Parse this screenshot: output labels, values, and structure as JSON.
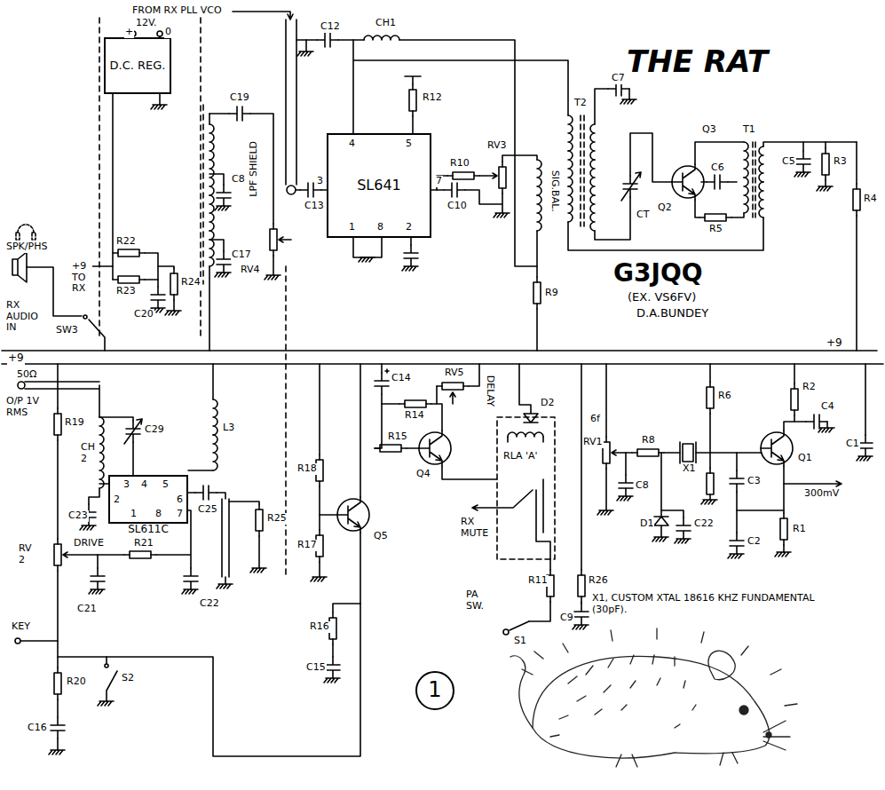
{
  "diagram": {
    "title": "THE RAT",
    "nodes": [
      {
        "text": [
          "D.C. REG."
        ]
      },
      {
        "text": [
          "SL641"
        ]
      },
      {
        "text": [
          "SL611C"
        ]
      },
      {
        "text": [
          "1"
        ]
      }
    ],
    "labels": [
      "FROM RX PLL VCO",
      "C12",
      "CH1",
      "12V.",
      "+",
      "0",
      "C19",
      "R12",
      "4",
      "5",
      "3",
      "7",
      "1",
      "8",
      "2",
      "R10",
      "RV3",
      "C10",
      "SIG.BAL.",
      "C7",
      "T2",
      "Q3",
      "T1",
      "C5",
      "R3",
      "R4",
      "C6",
      "Q2",
      "R5",
      "CT",
      "C8",
      "C13",
      "LPF SHIELD",
      "RV4",
      "C17",
      "SPK/PHS",
      "+9 TO RX",
      "R22",
      "R23",
      "R24",
      "C20",
      "RX AUDIO IN",
      "SW3",
      "R9",
      "G3JQQ",
      "(EX. VS6FV)",
      "D.A.BUNDEY",
      "+9",
      "+9",
      "50Ω",
      "O/P 1V RMS",
      "R19",
      "C29",
      "CH 2",
      "3",
      "4",
      "5",
      "2",
      "6",
      "1",
      "8",
      "7",
      "C23",
      "C25",
      "L3",
      "R25",
      "C14",
      "RV5",
      "DELAY",
      "R14",
      "R15",
      "Q4",
      "D2",
      "RLA 'A'",
      "RX MUTE",
      "R18",
      "R17",
      "Q5",
      "R16",
      "C15",
      "R6",
      "R2",
      "C4",
      "6f",
      "RV1",
      "R8",
      "X1",
      "Q1",
      "C1",
      "C3",
      "300mV",
      "C8",
      "C2",
      "R1",
      "D1",
      "C22",
      "R11",
      "R26",
      "C9",
      "PA SW.",
      "S1",
      "X1, CUSTOM XTAL 18616 KHZ FUNDAMENTAL (30pF).",
      "RV 2",
      "DRIVE",
      "R21",
      "C21",
      "C22",
      "KEY",
      "R20",
      "S2",
      "C16"
    ]
  }
}
